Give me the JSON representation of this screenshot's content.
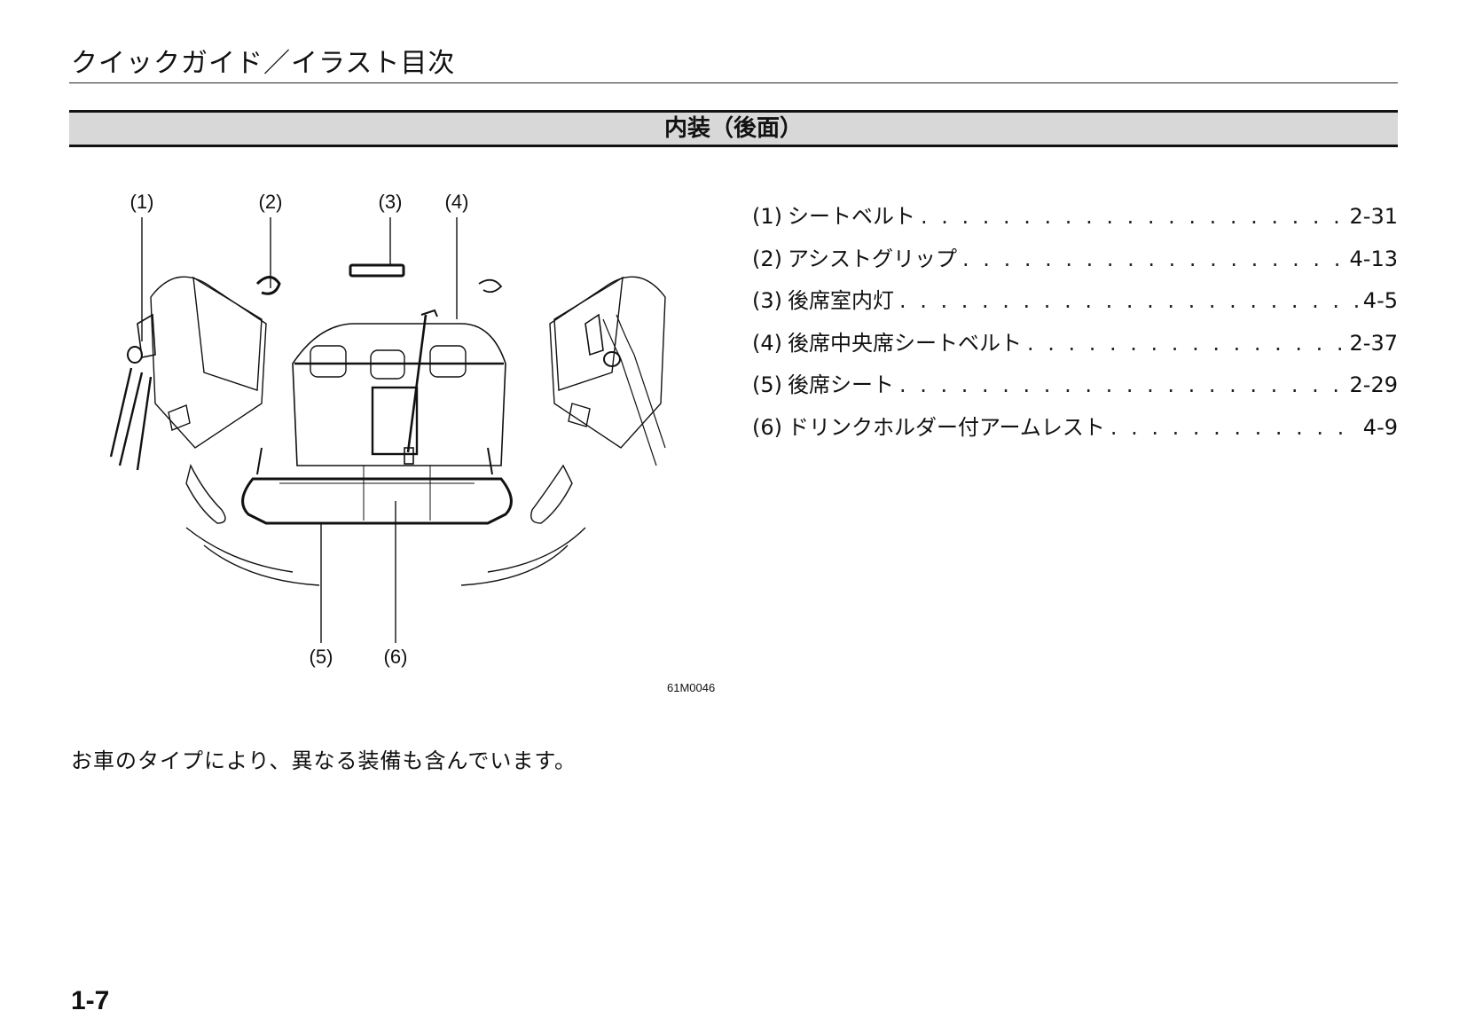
{
  "header": {
    "title": "クイックガイド／イラスト目次"
  },
  "section": {
    "title": "内装（後面）"
  },
  "figure": {
    "callouts": [
      "(1)",
      "(2)",
      "(3)",
      "(4)",
      "(5)",
      "(6)"
    ],
    "code": "61M0046"
  },
  "legend": {
    "items": [
      {
        "num": "(1)",
        "label": "シートベルト",
        "page": "2-31"
      },
      {
        "num": "(2)",
        "label": "アシストグリップ",
        "page": "4-13"
      },
      {
        "num": "(3)",
        "label": "後席室内灯",
        "page": "4-5"
      },
      {
        "num": "(4)",
        "label": "後席中央席シートベルト",
        "page": "2-37"
      },
      {
        "num": "(5)",
        "label": "後席シート",
        "page": "2-29"
      },
      {
        "num": "(6)",
        "label": "ドリンクホルダー付アームレスト",
        "page": "4-9"
      }
    ]
  },
  "note": "お車のタイプにより、異なる装備も含んでいます。",
  "footer": {
    "page_number": "1-7"
  }
}
